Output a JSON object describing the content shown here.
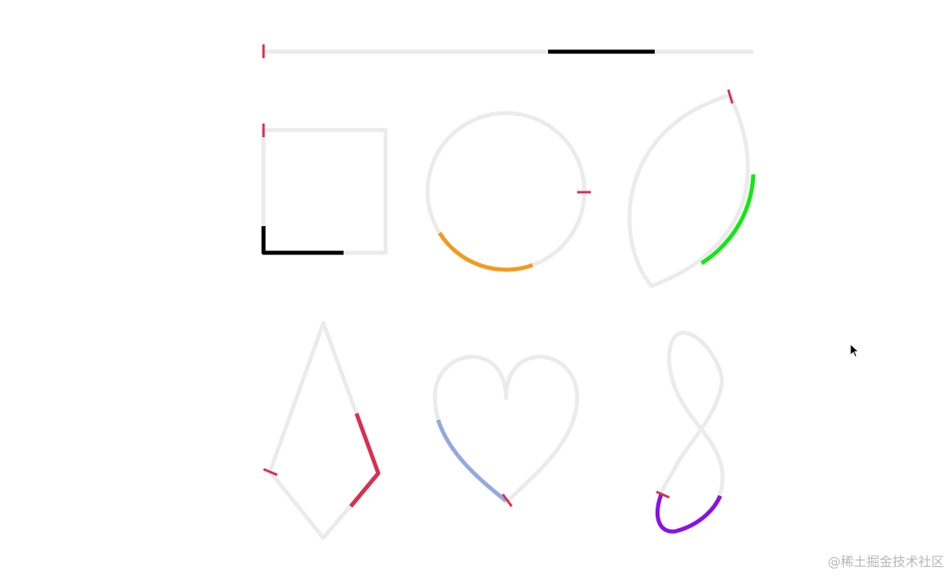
{
  "colors": {
    "track": "#ebebeb",
    "start_marker": "#d8304f",
    "progress_line": "#000000",
    "progress_square": "#000000",
    "progress_circle": "#f39a1c",
    "progress_leaf": "#12e812",
    "progress_kite": "#d8304f",
    "progress_heart": "#93a9df",
    "progress_figure8": "#8a10e8"
  },
  "shapes": [
    "line",
    "square",
    "circle",
    "leaf",
    "kite",
    "heart",
    "figure-eight"
  ],
  "watermark": "@稀土掘金技术社区",
  "cursor": "arrow-cursor-icon"
}
